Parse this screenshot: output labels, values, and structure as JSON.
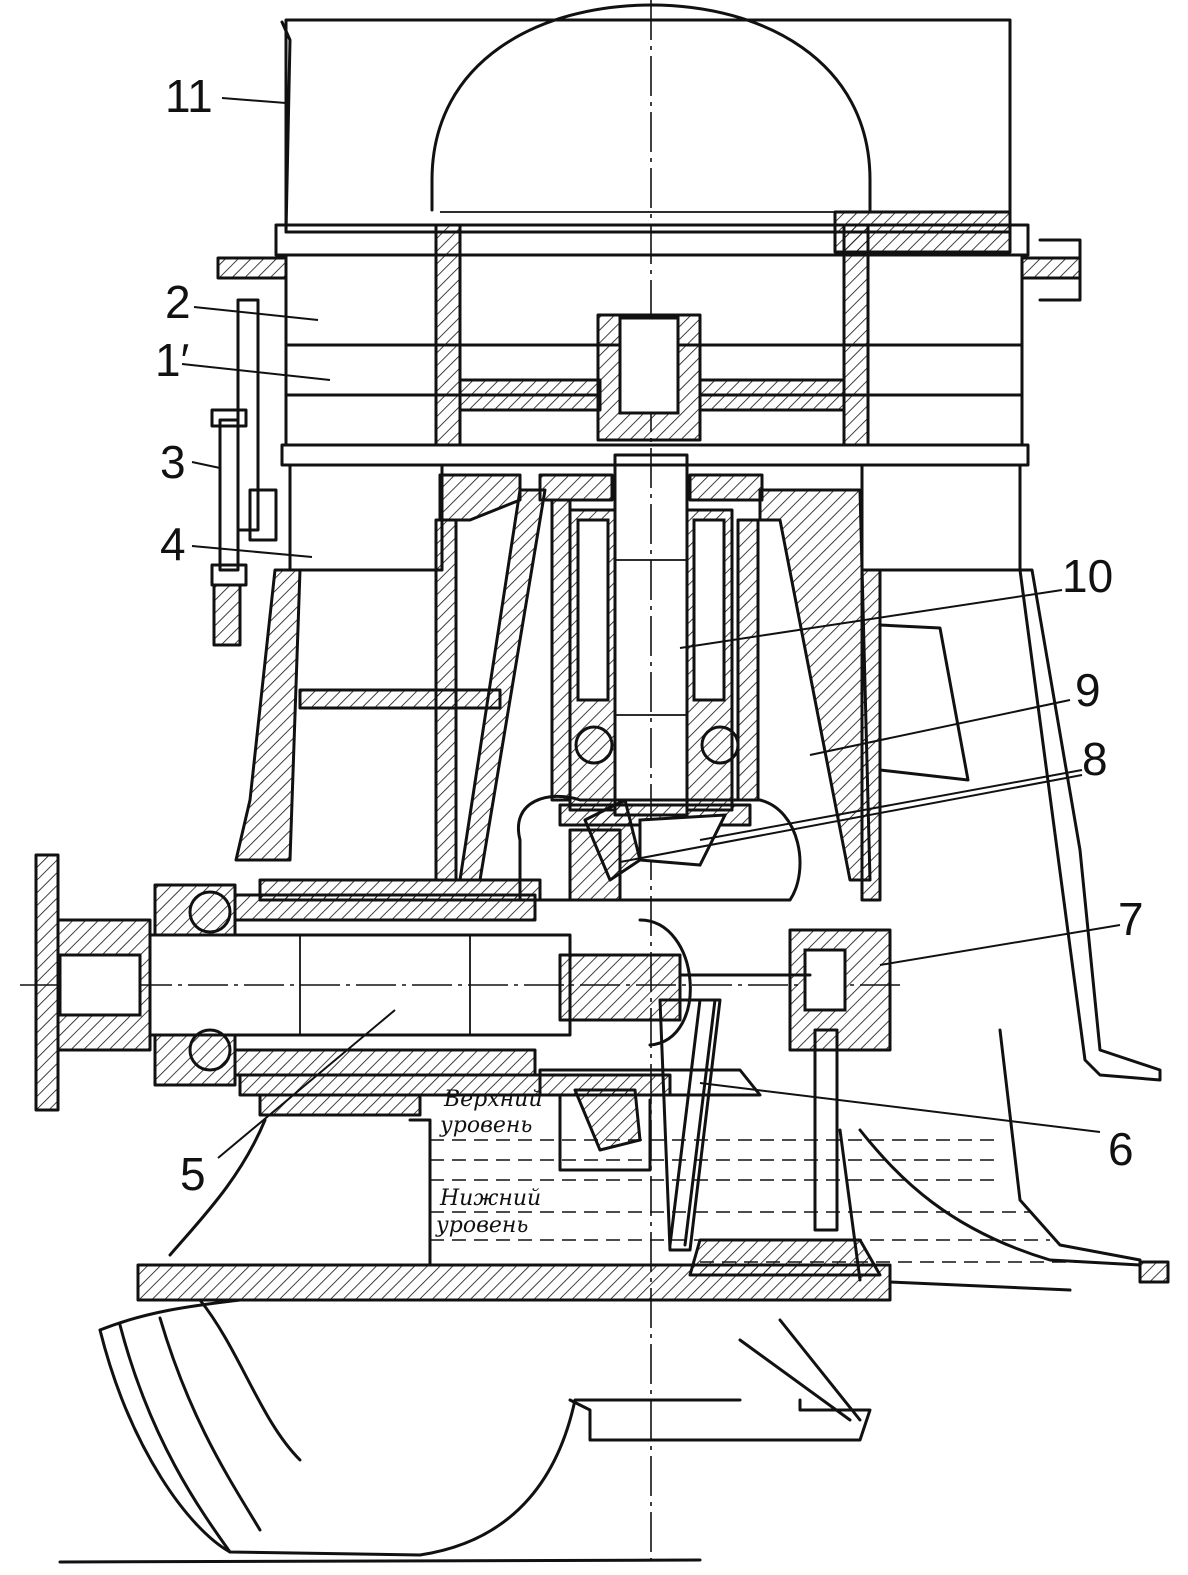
{
  "figure": {
    "callouts": [
      {
        "id": "c11",
        "text": "11"
      },
      {
        "id": "c2",
        "text": "2"
      },
      {
        "id": "c1p",
        "text": "1′"
      },
      {
        "id": "c3",
        "text": "3"
      },
      {
        "id": "c4",
        "text": "4"
      },
      {
        "id": "c10",
        "text": "10"
      },
      {
        "id": "c9",
        "text": "9"
      },
      {
        "id": "c8",
        "text": "8"
      },
      {
        "id": "c7",
        "text": "7"
      },
      {
        "id": "c6",
        "text": "6"
      },
      {
        "id": "c5",
        "text": "5"
      }
    ],
    "levels": {
      "upper_line1": "Верхний",
      "upper_line2": "уровень",
      "lower_line1": "Нижний",
      "lower_line2": "уровень"
    }
  }
}
